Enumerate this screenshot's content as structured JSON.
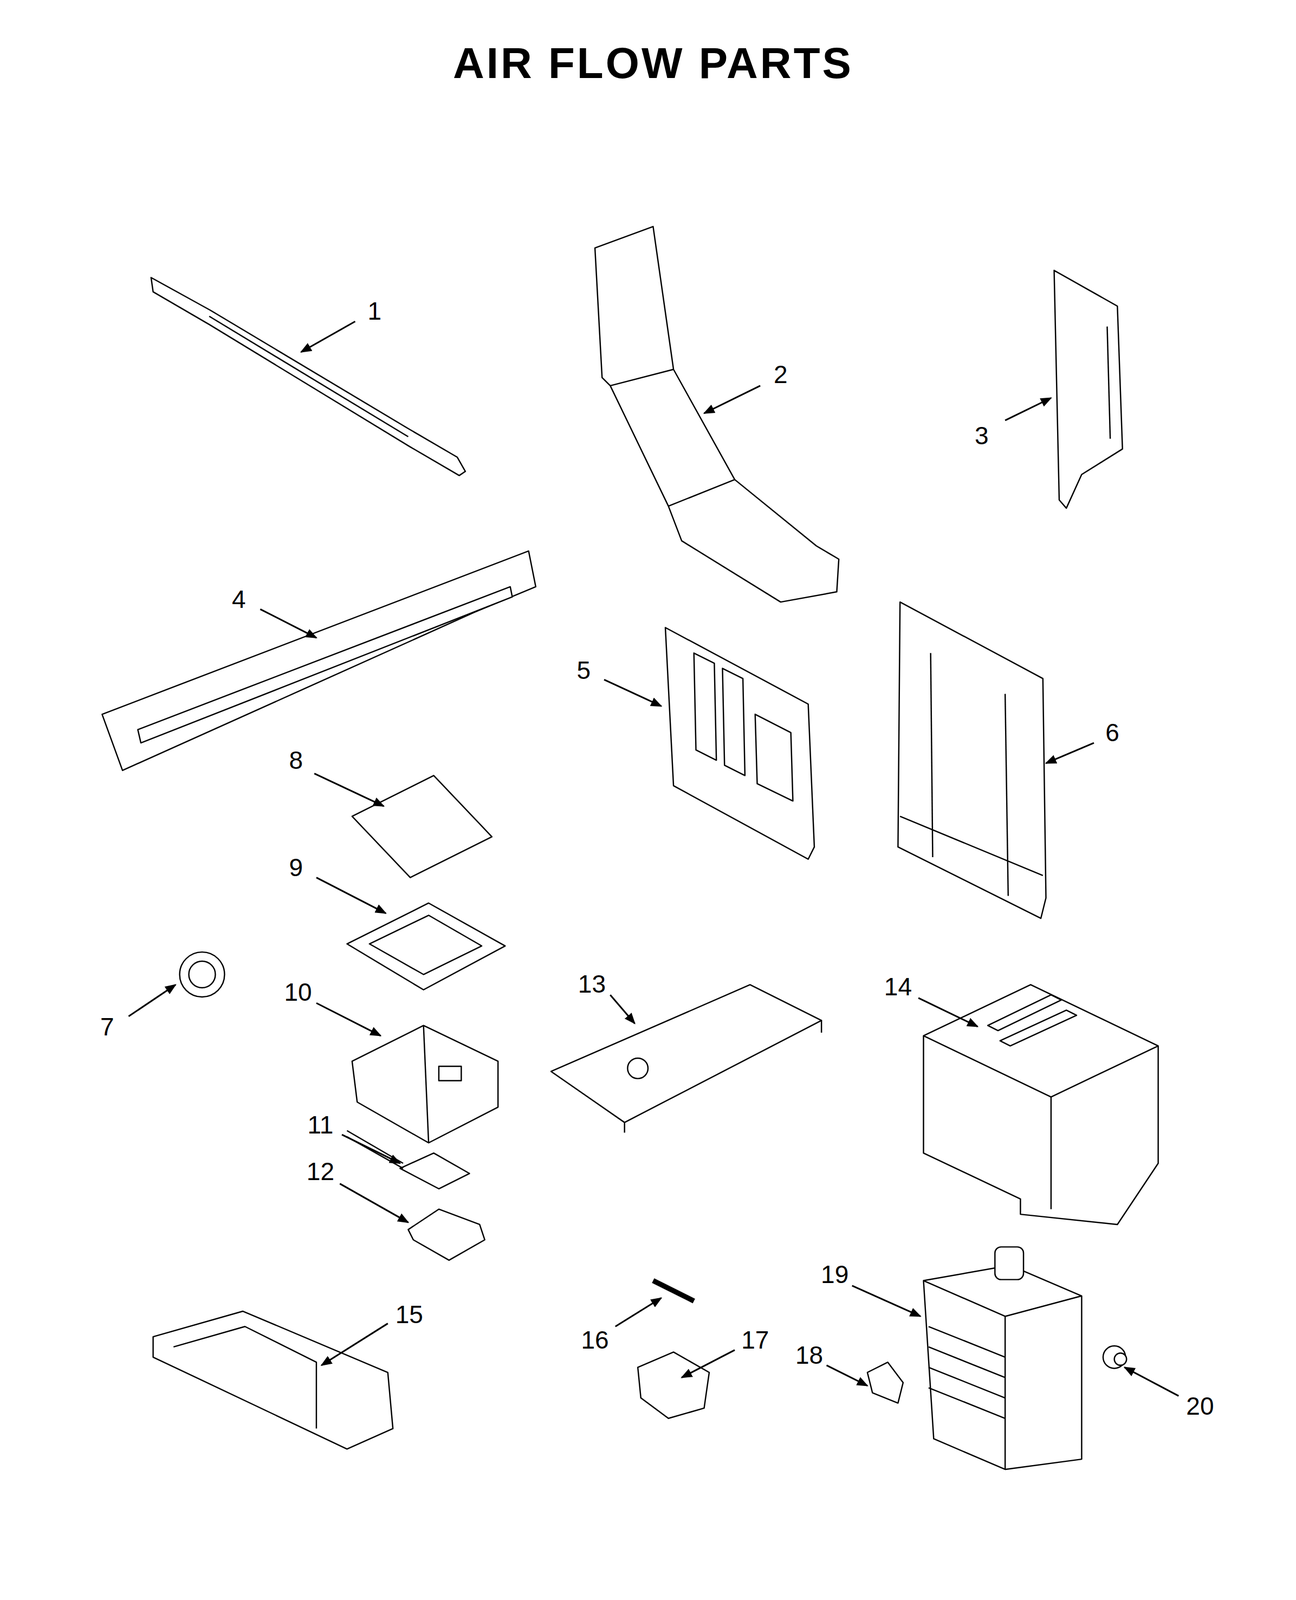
{
  "diagram": {
    "title": "AIR FLOW PARTS",
    "labels": [
      "1",
      "2",
      "3",
      "4",
      "5",
      "6",
      "7",
      "8",
      "9",
      "10",
      "11",
      "12",
      "13",
      "14",
      "15",
      "16",
      "17",
      "18",
      "19",
      "20"
    ]
  }
}
